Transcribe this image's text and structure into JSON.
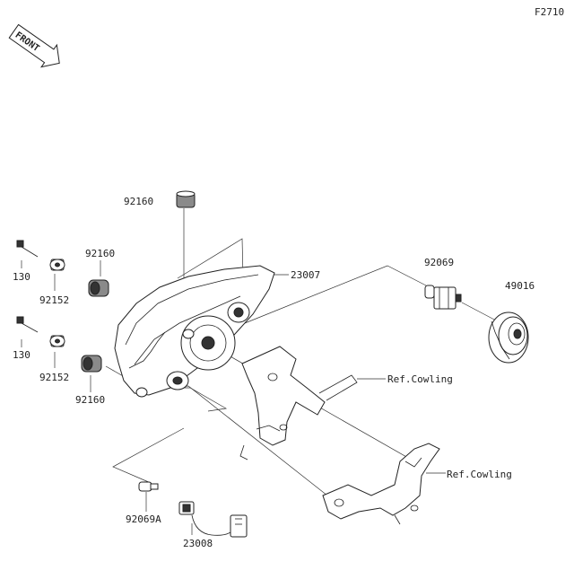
{
  "figure_code": "F2710",
  "front_badge": {
    "text": "FRONT",
    "icon": "front-arrow-icon"
  },
  "labels": {
    "p92160_top": "92160",
    "p130_a": "130",
    "p92152_a": "92152",
    "p92160_a": "92160",
    "p130_b": "130",
    "p92152_b": "92152",
    "p92160_b": "92160",
    "p23007": "23007",
    "p92069": "92069",
    "p49016": "49016",
    "ref_cowling_1": "Ref.Cowling",
    "ref_cowling_2": "Ref.Cowling",
    "p92069A": "92069A",
    "p23008": "23008"
  }
}
